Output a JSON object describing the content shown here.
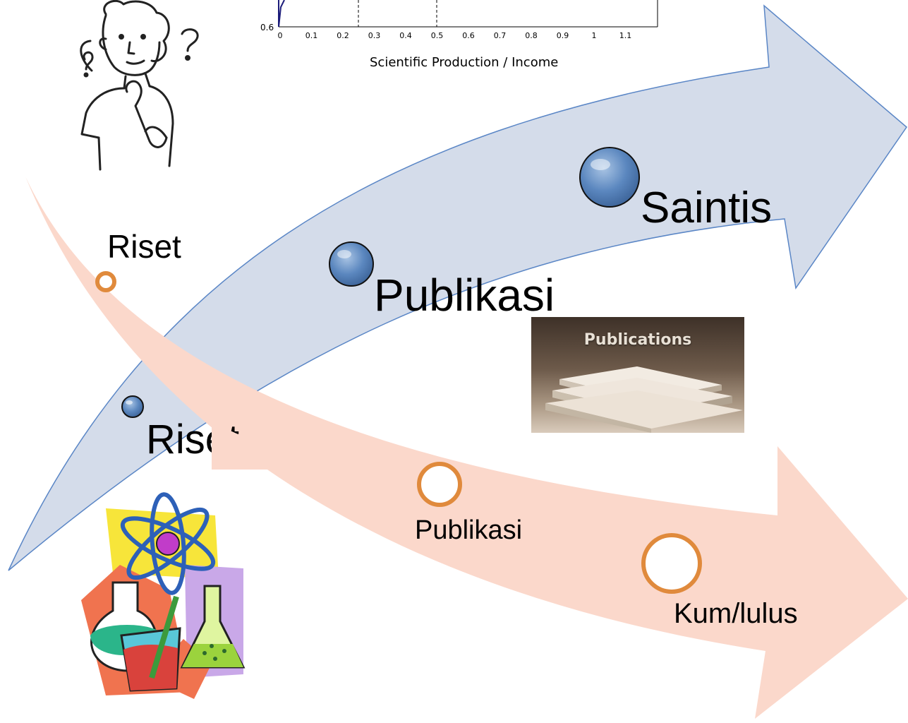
{
  "chart": {
    "xlabel": "Scientific Production / Income",
    "y_min_label": "0.6",
    "x_ticks": [
      "0",
      "0.1",
      "0.2",
      "0.3",
      "0.4",
      "0.5",
      "0.6",
      "0.7",
      "0.8",
      "0.9",
      "1",
      "1.1"
    ]
  },
  "upper_arrow": {
    "color": "#d4dcea",
    "stages": [
      "Riset",
      "Publikasi",
      "Saintis"
    ]
  },
  "lower_arrow": {
    "color": "#fbd8cb",
    "stages": [
      "Riset",
      "Publikasi",
      "Kum/lulus"
    ]
  },
  "photo": {
    "title": "Publications"
  },
  "icons": [
    "thinking-person-icon",
    "science-lab-clipart-icon",
    "books-stack-icon"
  ]
}
